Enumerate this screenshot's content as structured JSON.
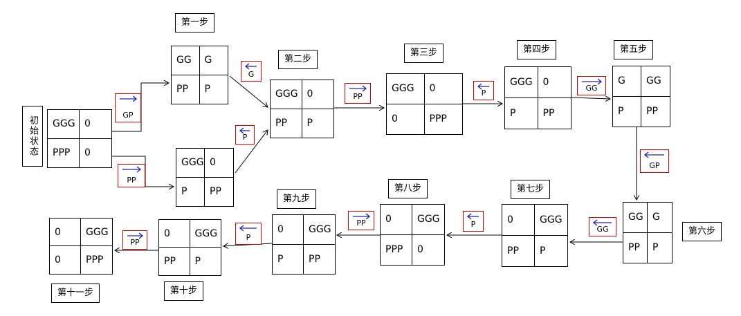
{
  "labels": {
    "initial": "初始状态",
    "step1": "第一步",
    "step2": "第二步",
    "step3": "第三步",
    "step4": "第四步",
    "step5": "第五步",
    "step6": "第六步",
    "step7": "第七步",
    "step8": "第八步",
    "step9": "第九步",
    "step10": "第十步",
    "step11": "第十一步"
  },
  "states": {
    "initial": [
      "GGG",
      "0",
      "PPP",
      "0"
    ],
    "step1": [
      "GG",
      "G",
      "PP",
      "P"
    ],
    "step1b": [
      "GGG",
      "0",
      "P",
      "PP"
    ],
    "step2": [
      "GGG",
      "0",
      "PP",
      "P"
    ],
    "step3": [
      "GGG",
      "0",
      "0",
      "PPP"
    ],
    "step4": [
      "GGG",
      "0",
      "P",
      "PP"
    ],
    "step5": [
      "G",
      "GG",
      "P",
      "PP"
    ],
    "step6": [
      "GG",
      "G",
      "PP",
      "P"
    ],
    "step7": [
      "0",
      "GGG",
      "PP",
      "P"
    ],
    "step8": [
      "0",
      "GGG",
      "PPP",
      "0"
    ],
    "step9": [
      "0",
      "GGG",
      "P",
      "PP"
    ],
    "step10": [
      "0",
      "GGG",
      "PP",
      "P"
    ],
    "step11": [
      "0",
      "GGG",
      "0",
      "PPP"
    ]
  },
  "moves": {
    "m_gp1": {
      "text": "GP",
      "dir": "right"
    },
    "m_pp1": {
      "text": "PP",
      "dir": "right"
    },
    "m_g": {
      "text": "G",
      "dir": "left"
    },
    "m_p1": {
      "text": "P",
      "dir": "left"
    },
    "m_pp2": {
      "text": "PP",
      "dir": "right"
    },
    "m_p2": {
      "text": "P",
      "dir": "left"
    },
    "m_gg1": {
      "text": "GG",
      "dir": "right"
    },
    "m_gp2": {
      "text": "GP",
      "dir": "left"
    },
    "m_gg2": {
      "text": "GG",
      "dir": "left"
    },
    "m_p3": {
      "text": "P",
      "dir": "left"
    },
    "m_pp3": {
      "text": "PP",
      "dir": "right"
    },
    "m_p4": {
      "text": "P",
      "dir": "left"
    },
    "m_pp4": {
      "text": "PP",
      "dir": "right"
    }
  },
  "colors": {
    "border": "#000000",
    "move_border": "#dd0000",
    "move_arrow": "#2020c0"
  }
}
